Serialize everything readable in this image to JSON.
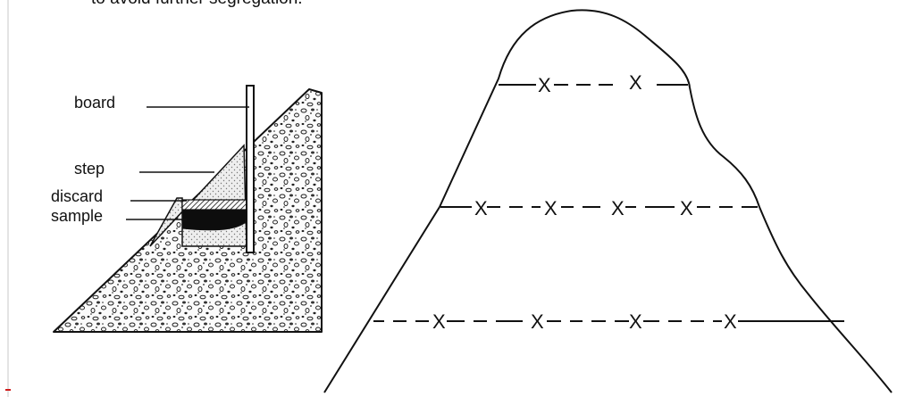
{
  "header": {
    "text": "to avoid further segregation."
  },
  "sampling_diagram": {
    "labels": {
      "board": "board",
      "step": "step",
      "discard": "discard",
      "sample": "sample"
    }
  },
  "stockpile_diagram": {
    "marker": "X",
    "rows": [
      {
        "marker_count": 2
      },
      {
        "marker_count": 4
      },
      {
        "marker_count": 4
      }
    ]
  }
}
